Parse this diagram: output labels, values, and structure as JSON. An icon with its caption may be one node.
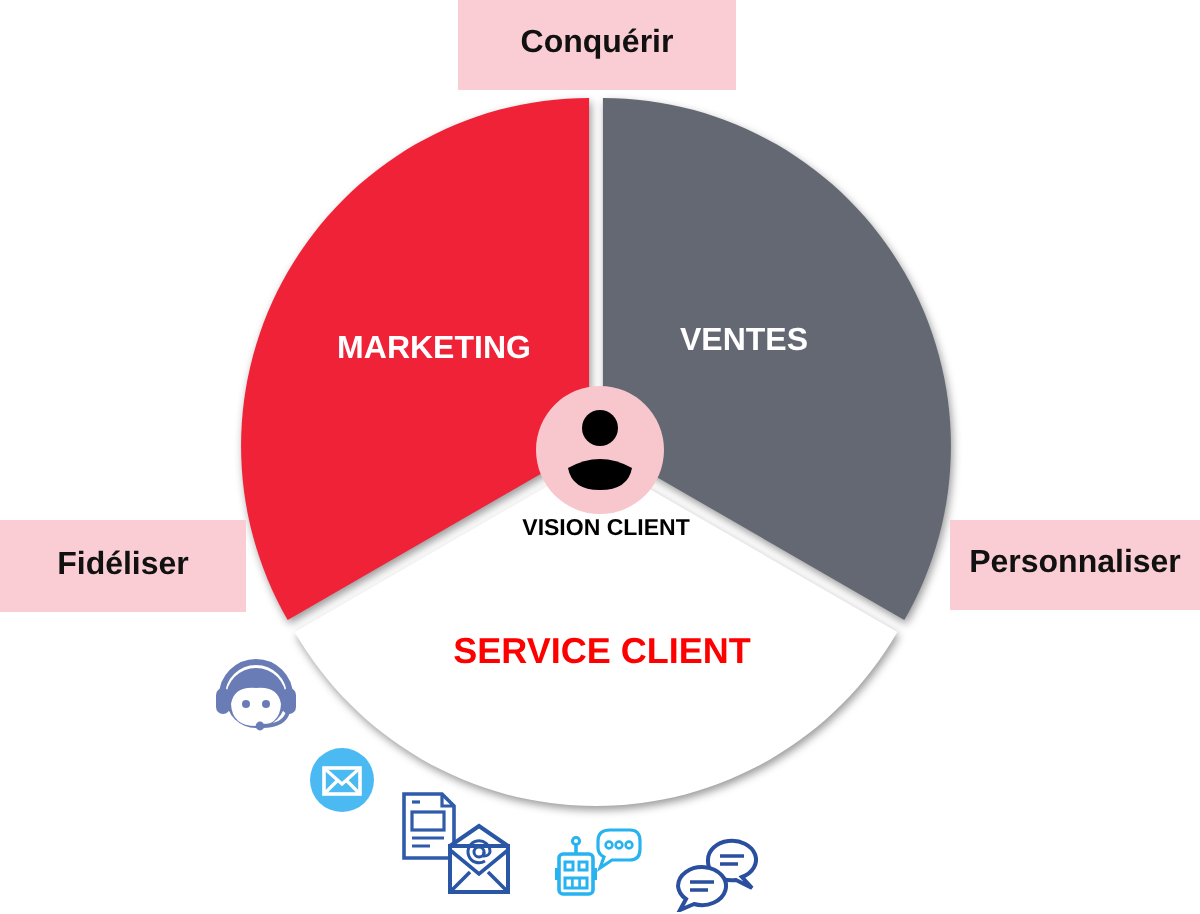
{
  "diagram": {
    "nodes": [
      {
        "text": [
          "Conquérir"
        ]
      },
      {
        "text": [
          "MARKETING"
        ]
      },
      {
        "text": [
          "VENTES"
        ]
      },
      {
        "text": [
          "VISION CLIENT"
        ]
      },
      {
        "text": [
          "Fidéliser"
        ]
      },
      {
        "text": [
          "Personnaliser"
        ]
      },
      {
        "text": [
          "SERVICE CLIENT"
        ]
      }
    ]
  }
}
